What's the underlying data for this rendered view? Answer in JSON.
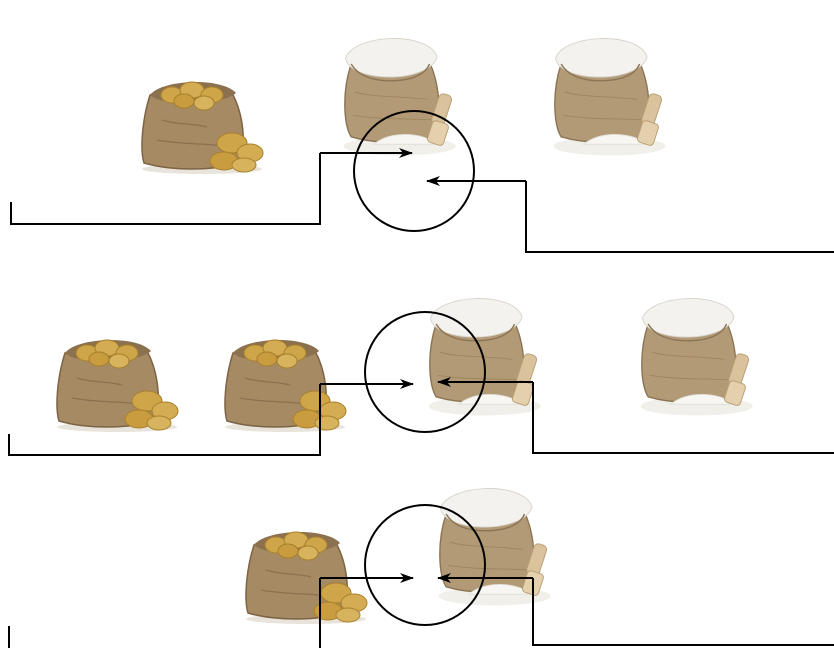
{
  "rows": [
    {
      "name": "row-1",
      "potato_bags": 1,
      "flour_bags": 2
    },
    {
      "name": "row-2",
      "potato_bags": 2,
      "flour_bags": 2
    },
    {
      "name": "row-3",
      "potato_bags": 1,
      "flour_bags": 1
    }
  ],
  "colors": {
    "line": "#000000",
    "burlap": "#a68a64",
    "burlap_dark": "#7d6444",
    "potato": "#cfa54a",
    "potato_dark": "#a8802c",
    "flour": "#f4f2ee",
    "scoop": "#d9c29c"
  },
  "icons": [
    "potato-sack-icon",
    "flour-sack-icon",
    "balance-circle-icon",
    "arrow-icon"
  ]
}
